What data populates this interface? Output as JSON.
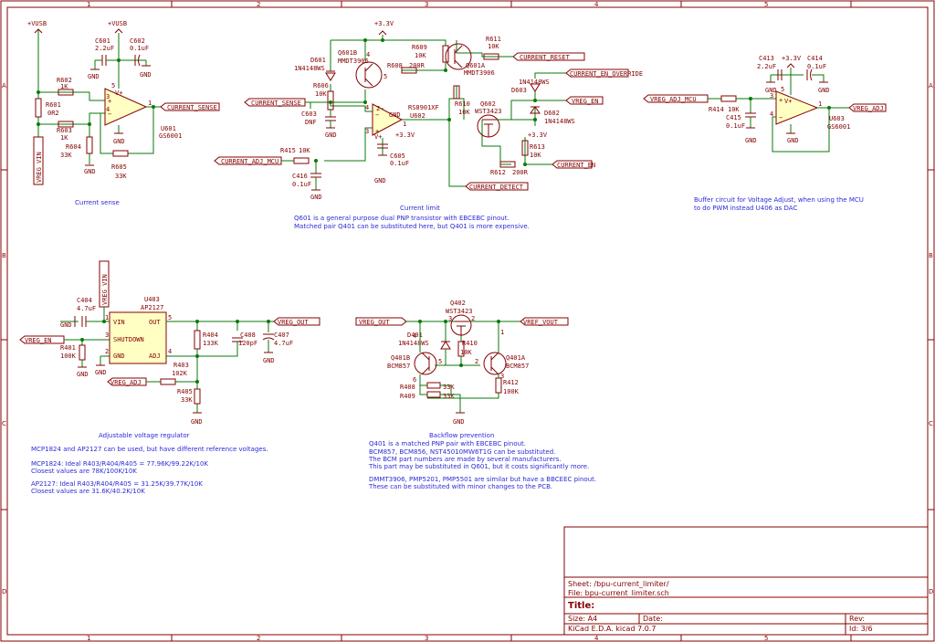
{
  "sheet": {
    "grid_cols": [
      "1",
      "2",
      "3",
      "4",
      "5"
    ],
    "grid_rows": [
      "A",
      "B",
      "C",
      "D"
    ]
  },
  "nets": {
    "vusb": "+VUSB",
    "p3v3": "+3.3V",
    "gnd": "GND",
    "current_sense": "CURRENT_SENSE",
    "current_reset": "CURRENT_RESET",
    "current_en_override": "CURRENT_EN_OVERRIDE",
    "vreg_en": "VREG_EN",
    "current_en": "CURRENT_EN",
    "current_detect": "CURRENT_DETECT",
    "current_adj_mcu": "CURRENT_ADJ_MCU",
    "vreg_adj_mcu": "VREG_ADJ_MCU",
    "vreg_adj": "VREG_ADJ",
    "vreg_vin": "VREG_VIN",
    "vreg_out": "VREG_OUT",
    "vref_vout": "VREF_VOUT"
  },
  "parts": {
    "c601": [
      "C601",
      "2.2uF"
    ],
    "c602": [
      "C602",
      "0.1uF"
    ],
    "r602": [
      "R602",
      "1K"
    ],
    "r601": [
      "R601",
      "0R2"
    ],
    "r603": [
      "R603",
      "1K"
    ],
    "r604": [
      "R604",
      "33K"
    ],
    "r605": [
      "R605",
      "33K"
    ],
    "u601": [
      "U601",
      "GS6001"
    ],
    "d601": [
      "D601",
      "1N4148WS"
    ],
    "q601b": [
      "Q601B",
      "MMDT3906"
    ],
    "r608": [
      "R608",
      "200R"
    ],
    "r609": [
      "R609",
      "10K"
    ],
    "r611": [
      "R611",
      "10K"
    ],
    "q601a": [
      "Q601A",
      "MMDT3906"
    ],
    "r606": [
      "R606",
      "10K"
    ],
    "c603": [
      "C603",
      "DNF"
    ],
    "u602": [
      "U602",
      "RS8901XF"
    ],
    "c605": [
      "C605",
      "0.1uF"
    ],
    "r610": [
      "R610",
      "10K"
    ],
    "q602": [
      "Q602",
      "WST3423"
    ],
    "d603": [
      "D603",
      "1N4148WS"
    ],
    "d602": [
      "D602",
      "1N4148WS"
    ],
    "r613": [
      "R613",
      "10K"
    ],
    "r612": [
      "R612",
      "200R"
    ],
    "r415": [
      "R415",
      "10K"
    ],
    "c416": [
      "C416",
      "0.1uF"
    ],
    "c413": [
      "C413",
      "2.2uF"
    ],
    "c414": [
      "C414",
      "0.1uF"
    ],
    "r414": [
      "R414",
      "10K"
    ],
    "c415": [
      "C415",
      "0.1uF"
    ],
    "u603": [
      "U603",
      "GS6001"
    ],
    "c404": [
      "C404",
      "4.7uF"
    ],
    "u403": [
      "U403",
      "AP2127"
    ],
    "r401": [
      "R401",
      "100K"
    ],
    "r404": [
      "R404",
      "133K"
    ],
    "c408": [
      "C408",
      "120pF"
    ],
    "c407": [
      "C407",
      "4.7uF"
    ],
    "r403": [
      "R403",
      "102K"
    ],
    "r405": [
      "R405",
      "33K"
    ],
    "q402": [
      "Q402",
      "WST3423"
    ],
    "d401": [
      "D401",
      "1N4148WS"
    ],
    "r410": [
      "R410",
      "10K"
    ],
    "q401b": [
      "Q401B",
      "BCM857"
    ],
    "q401a": [
      "Q401A",
      "BCM857"
    ],
    "r408": [
      "R408",
      "33K"
    ],
    "r409": [
      "R409",
      "33K"
    ],
    "r412": [
      "R412",
      "100K"
    ]
  },
  "u403_pins": {
    "vin": "VIN",
    "shutdown": "SHUTDOWN",
    "gnd": "GND",
    "out": "OUT",
    "adj": "ADJ"
  },
  "opamp_pins": {
    "gnd": "GND",
    "vplus": "V+"
  },
  "pin_numbers": [
    "1",
    "2",
    "3",
    "4",
    "5",
    "6"
  ],
  "notes": {
    "current_sense": "Current sense",
    "current_limit": "Current limit",
    "q601_note": [
      "Q601 is a general purpose dual PNP transistor with EBCEBC pinout.",
      "Matched pair Q401 can be substituted here, but Q401 is more expensive."
    ],
    "buffer": [
      "Buffer circuit for Voltage Adjust, when using the MCU",
      "to do PWM instead U406 as DAC"
    ],
    "adj_reg": "Adjustable voltage regulator",
    "adj_reg_text": [
      "MCP1824 and AP2127 can be used, but have different reference voltages.",
      "",
      "MCP1824: Ideal  R403/R404/R405 = 77.96K/99.22K/10K",
      "               Closest values are 78K/100K/10K",
      "",
      "AP2127: Ideal   R403/R404/R405 = 31.25K/39.77K/10K",
      "               Closest values are 31.6K/40.2K/10K"
    ],
    "backflow": "Backflow prevention",
    "backflow_text": [
      "Q401 is a matched PNP pair with EBCEBC pinout.",
      "BCM857, BCM856, NST45010MW6T1G can be substituted.",
      "The BCM part numbers are made by several manufacturers.",
      "This part may be substituted in Q601, but it costs significantly more.",
      "",
      "DMMT3906, PMP5201, PMP5501 are similar but have a BBCEEC pinout.",
      "These can be substituted with minor changes to the PCB."
    ]
  },
  "title_block": {
    "sheet": "Sheet: /bpu-current_limiter/",
    "file": "File: bpu-current_limiter.sch",
    "title": "Title:",
    "size": "Size: A4",
    "date": "Date:",
    "rev": "Rev:",
    "kicad": "KiCad E.D.A.  kicad 7.0.7",
    "id": "Id: 3/6"
  }
}
